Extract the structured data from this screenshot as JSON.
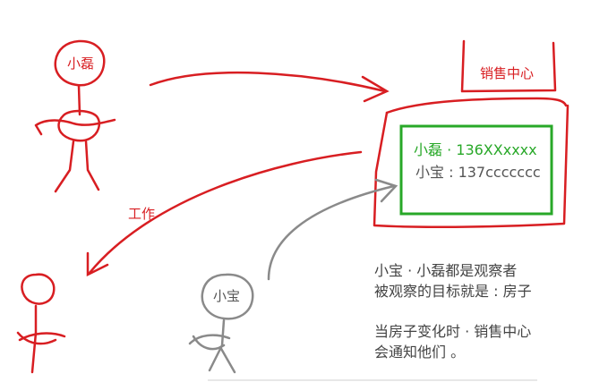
{
  "figures": {
    "xiaolei_label": "小磊",
    "xiaobao_label": "小宝"
  },
  "arrows": {
    "work_label": "工作"
  },
  "sales_center": {
    "tag_label": "销售中心",
    "contacts": [
      "小磊 · 136XXxxxx",
      "小宝 : 137ccccccc"
    ]
  },
  "notes": {
    "lines": [
      "小宝 · 小磊都是观察者",
      "被观察的目标就是 : 房子",
      "",
      "当房子变化时 · 销售中心",
      "会通知他们 。"
    ]
  },
  "colors": {
    "red": "#d81e22",
    "green": "#28a828",
    "gray": "#8a8a8a",
    "text_gray": "#555555"
  }
}
